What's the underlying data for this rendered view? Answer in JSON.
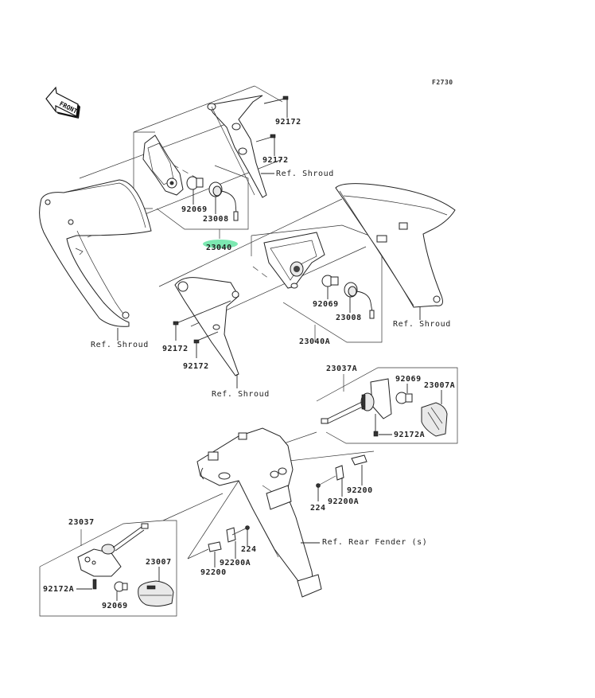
{
  "diagram": {
    "figure_code": "F2730",
    "front_indicator": "FRONT",
    "highlight_color": "#6ee6a8",
    "highlighted_part": "23040",
    "labels": {
      "p92172_top1": "92172",
      "p92172_top2": "92172",
      "ref_shroud_top": "Ref. Shroud",
      "p92069_left": "92069",
      "p23008_left": "23008",
      "p23040": "23040",
      "ref_shroud_left": "Ref. Shroud",
      "ref_shroud_right": "Ref. Shroud",
      "p92069_right": "92069",
      "p23008_right": "23008",
      "p23040A": "23040A",
      "p92172_mid1": "92172",
      "p92172_mid2": "92172",
      "ref_shroud_bottom": "Ref. Shroud",
      "p23037A": "23037A",
      "p92069_rear_right": "92069",
      "p23007A": "23007A",
      "p92172A_right": "92172A",
      "p92200_right": "92200",
      "p224_right": "224",
      "p92200A_right": "92200A",
      "ref_rear_fender": "Ref. Rear Fender (s)",
      "p224_left": "224",
      "p92200A_left": "92200A",
      "p92200_left": "92200",
      "p23037": "23037",
      "p23007": "23007",
      "p92172A_left": "92172A",
      "p92069_rear_left": "92069"
    }
  }
}
